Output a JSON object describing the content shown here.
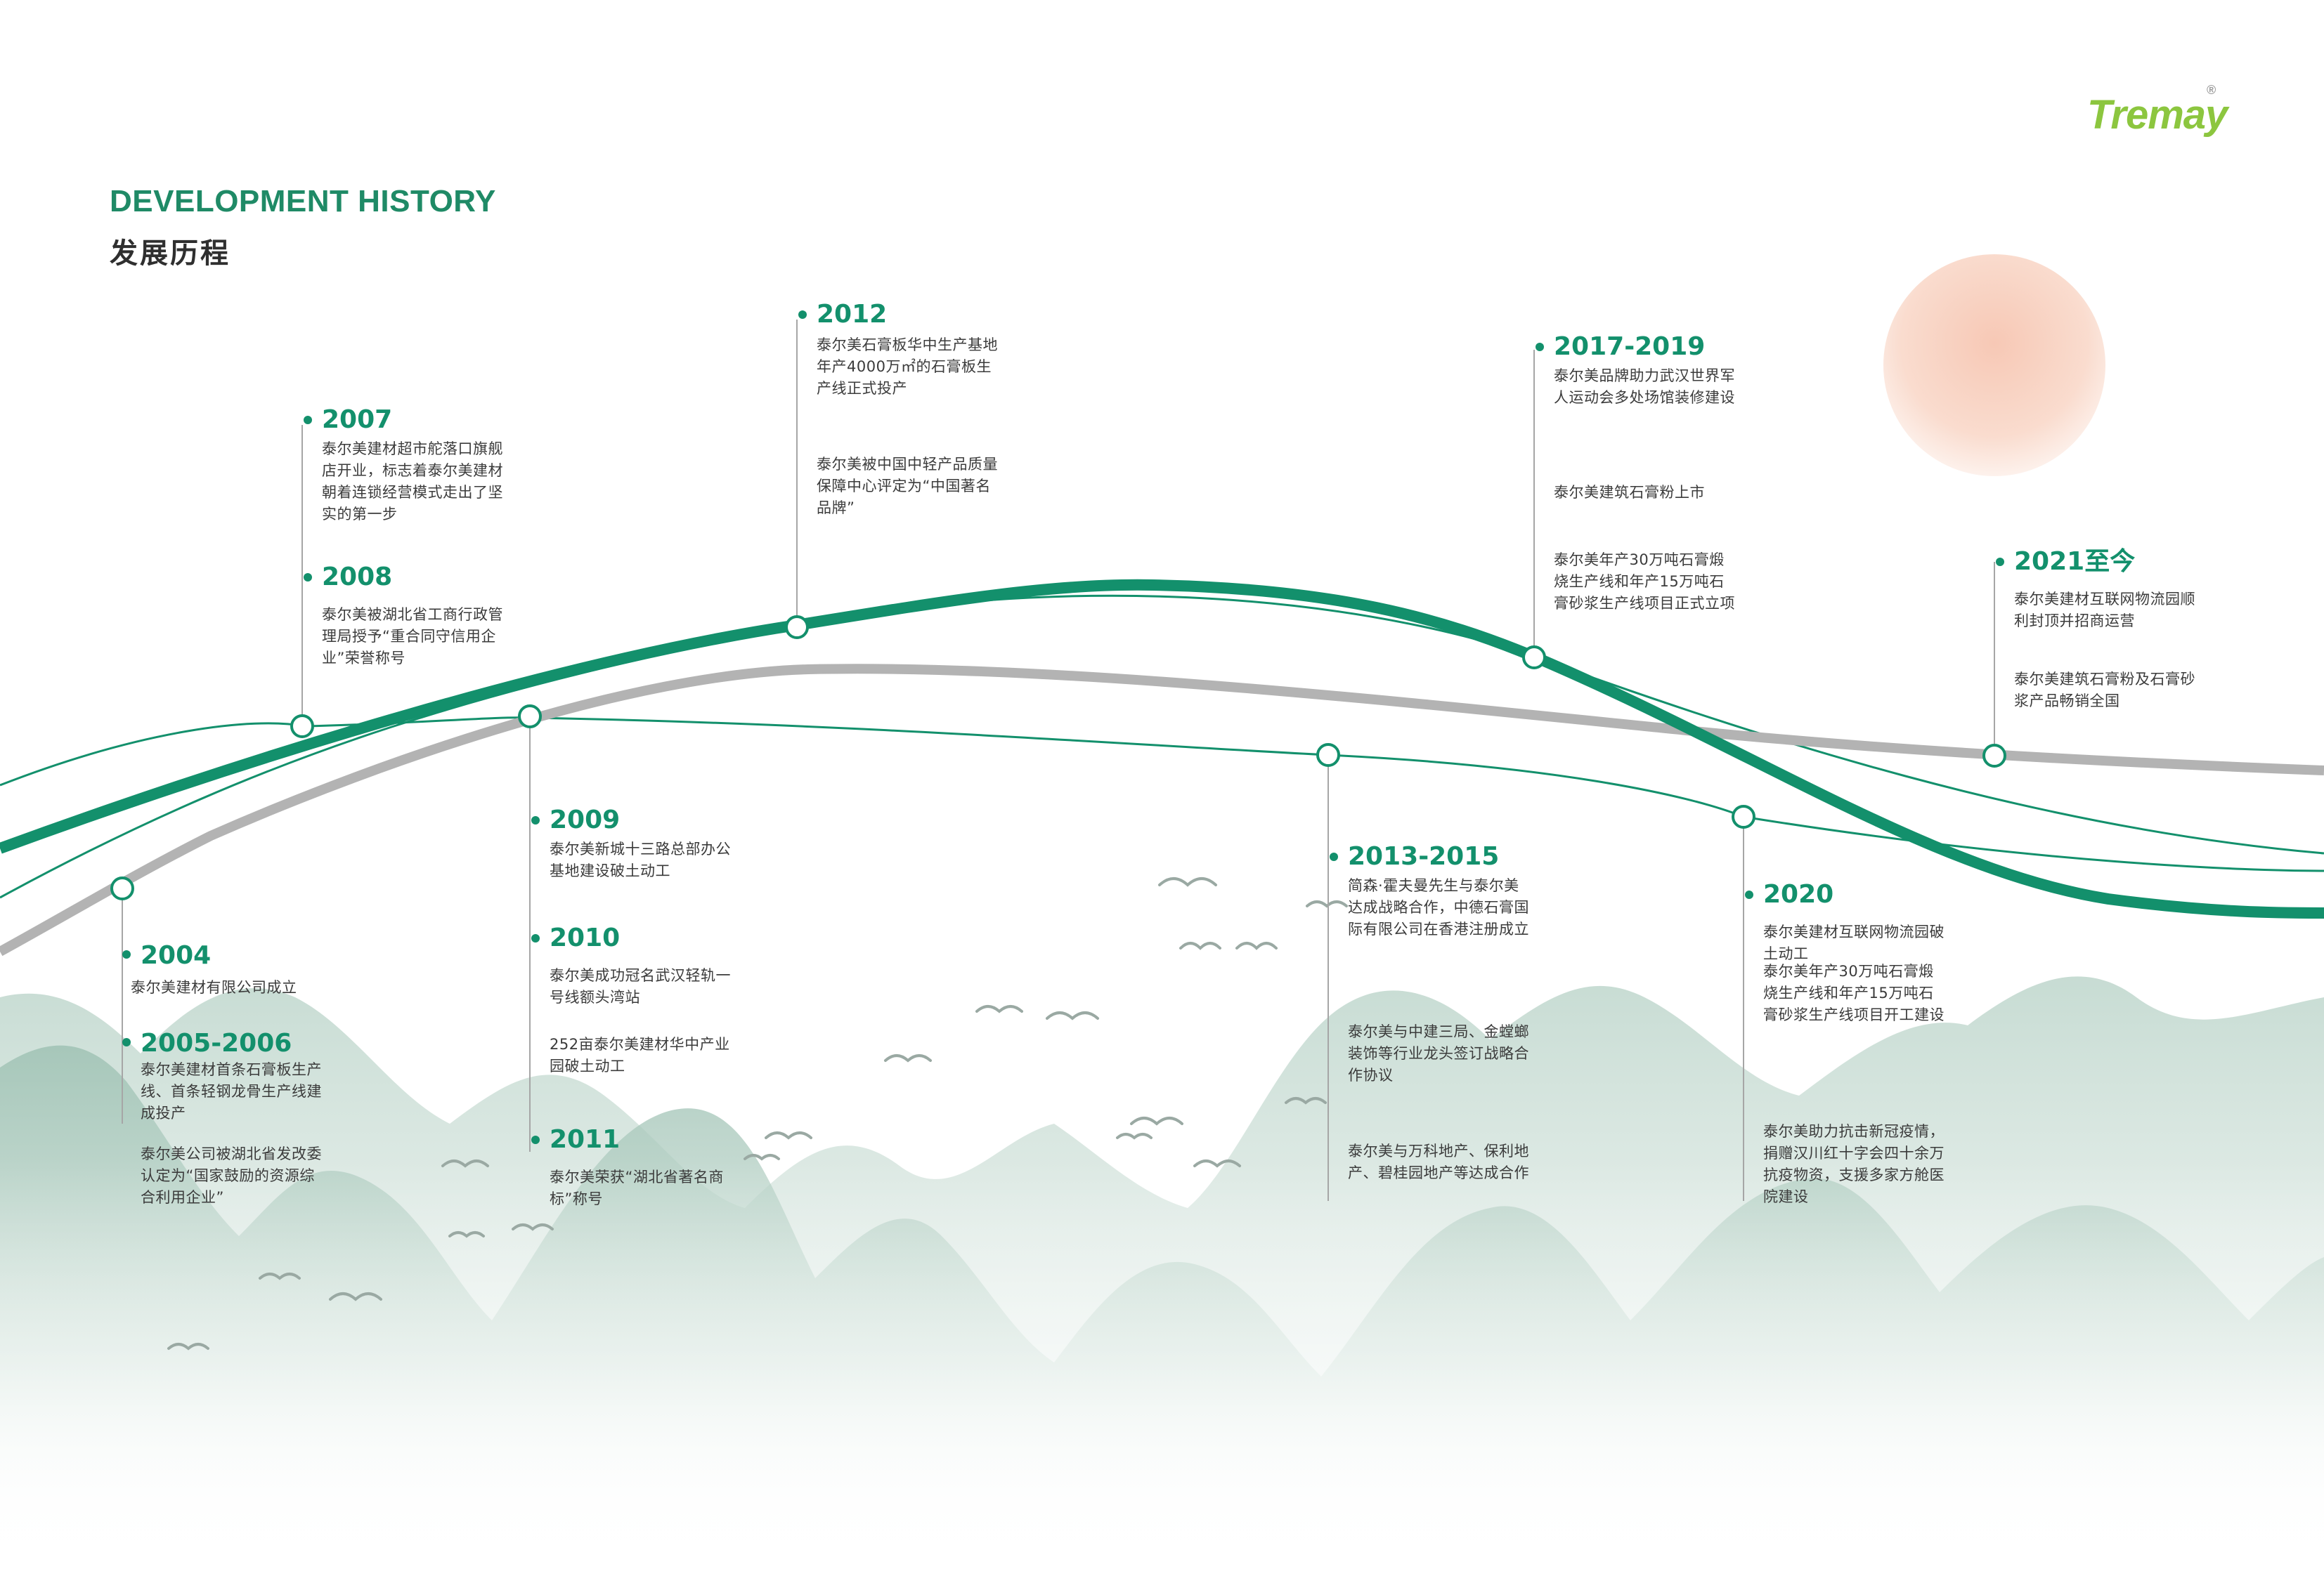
{
  "brand": {
    "logo_text": "Tremay",
    "registered_mark": "®"
  },
  "heading": {
    "title_en": "DEVELOPMENT HISTORY",
    "title_zh": "发展历程"
  },
  "colors": {
    "accent_green": "#13906c",
    "line_gray": "#b3b3b3",
    "sun_peach": "#f6c2ad",
    "mountain_green": "#a9c9bc",
    "logo_green": "#8cc63f"
  },
  "events": {
    "e2004": {
      "year": "2004",
      "texts": [
        "泰尔美建材有限公司成立"
      ]
    },
    "e2005": {
      "year": "2005-2006",
      "texts": [
        "泰尔美建材首条石膏板生产线、首条轻钢龙骨生产线建成投产",
        "泰尔美公司被湖北省发改委认定为“国家鼓励的资源综合利用企业”"
      ]
    },
    "e2007": {
      "year": "2007",
      "texts": [
        "泰尔美建材超市舵落口旗舰店开业，标志着泰尔美建材朝着连锁经营模式走出了坚实的第一步"
      ]
    },
    "e2008": {
      "year": "2008",
      "texts": [
        "泰尔美被湖北省工商行政管理局授予“重合同守信用企业”荣誉称号"
      ]
    },
    "e2009": {
      "year": "2009",
      "texts": [
        "泰尔美新城十三路总部办公基地建设破土动工"
      ]
    },
    "e2010": {
      "year": "2010",
      "texts": [
        "泰尔美成功冠名武汉轻轨一号线额头湾站",
        "252亩泰尔美建材华中产业园破土动工"
      ]
    },
    "e2011": {
      "year": "2011",
      "texts": [
        "泰尔美荣获“湖北省著名商标”称号"
      ]
    },
    "e2012": {
      "year": "2012",
      "texts": [
        "泰尔美石膏板华中生产基地年产4000万㎡的石膏板生产线正式投产",
        "泰尔美被中国中轻产品质量保障中心评定为“中国著名品牌”"
      ]
    },
    "e2013": {
      "year": "2013-2015",
      "texts": [
        "简森·霍夫曼先生与泰尔美达成战略合作，中德石膏国际有限公司在香港注册成立",
        "泰尔美与中建三局、金螳螂装饰等行业龙头签订战略合作协议",
        "泰尔美与万科地产、保利地产、碧桂园地产等达成合作"
      ]
    },
    "e2017": {
      "year": "2017-2019",
      "texts": [
        "泰尔美品牌助力武汉世界军人运动会多处场馆装修建设",
        "泰尔美建筑石膏粉上市",
        "泰尔美年产30万吨石膏煅烧生产线和年产15万吨石膏砂浆生产线项目正式立项"
      ]
    },
    "e2020": {
      "year": "2020",
      "texts": [
        "泰尔美建材互联网物流园破土动工",
        "泰尔美年产30万吨石膏煅烧生产线和年产15万吨石膏砂浆生产线项目开工建设",
        "泰尔美助力抗击新冠疫情，捐赠汉川红十字会四十余万抗疫物资，支援多家方舱医院建设"
      ]
    },
    "e2021": {
      "year": "2021至今",
      "texts": [
        "泰尔美建材互联网物流园顺利封顶并招商运营",
        "泰尔美建筑石膏粉及石膏砂浆产品畅销全国"
      ]
    }
  }
}
